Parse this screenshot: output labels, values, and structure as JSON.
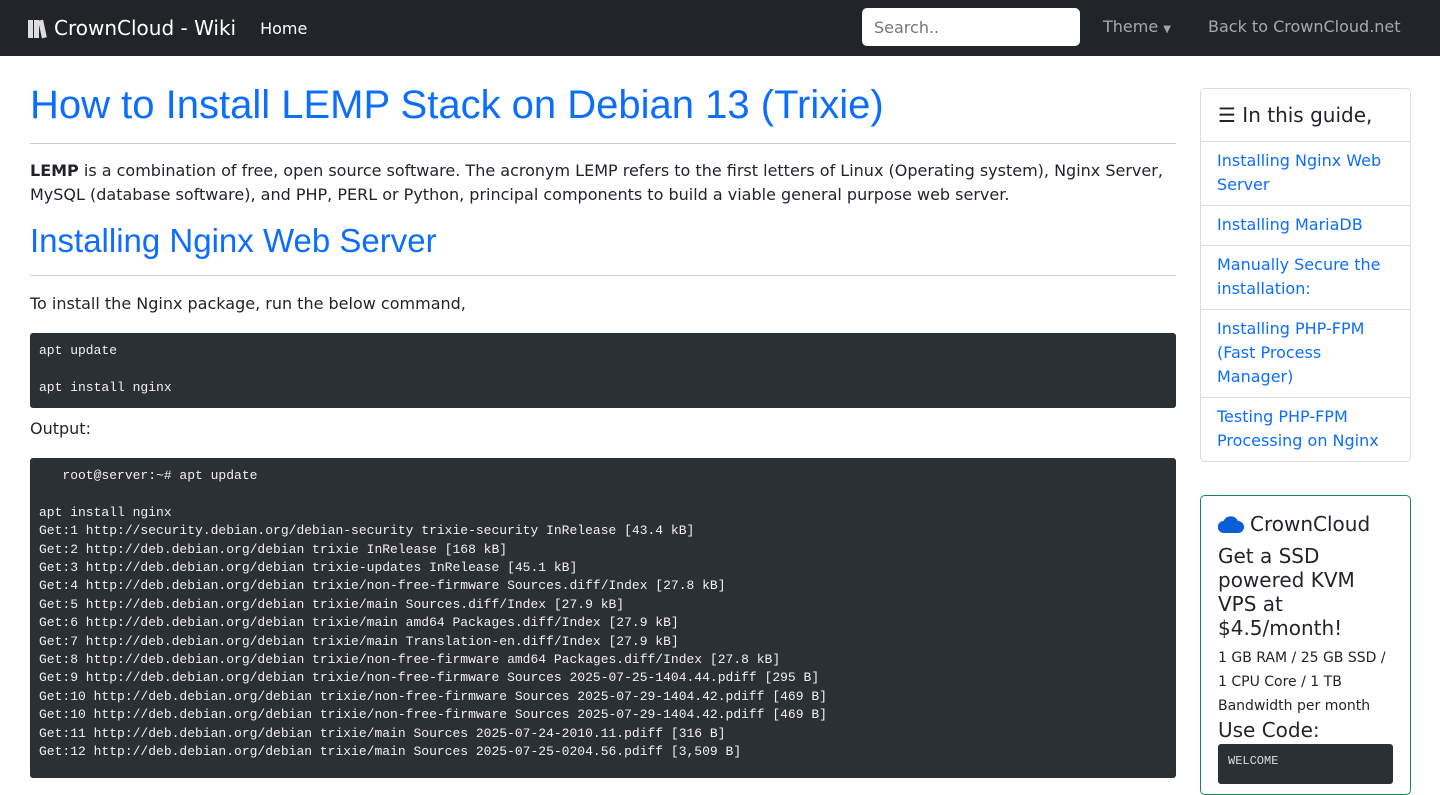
{
  "navbar": {
    "brand": "CrownCloud - Wiki",
    "home": "Home",
    "search_placeholder": "Search..",
    "theme": "Theme",
    "back": "Back to CrownCloud.net"
  },
  "article": {
    "title": "How to Install LEMP Stack on Debian 13 (Trixie)",
    "intro_bold": "LEMP",
    "intro_rest": " is a combination of free, open source software. The acronym LEMP refers to the first letters of Linux (Operating system), Nginx Server, MySQL (database software), and PHP, PERL or Python, principal components to build a viable general purpose web server.",
    "section1_title": "Installing Nginx Web Server",
    "section1_text": "To install the Nginx package, run the below command,",
    "command": "apt update\n\napt install nginx",
    "output_label": "Output:",
    "output": "   root@server:~# apt update\n\napt install nginx\nGet:1 http://security.debian.org/debian-security trixie-security InRelease [43.4 kB]\nGet:2 http://deb.debian.org/debian trixie InRelease [168 kB]\nGet:3 http://deb.debian.org/debian trixie-updates InRelease [45.1 kB]\nGet:4 http://deb.debian.org/debian trixie/non-free-firmware Sources.diff/Index [27.8 kB]\nGet:5 http://deb.debian.org/debian trixie/main Sources.diff/Index [27.9 kB]\nGet:6 http://deb.debian.org/debian trixie/main amd64 Packages.diff/Index [27.9 kB]\nGet:7 http://deb.debian.org/debian trixie/main Translation-en.diff/Index [27.9 kB]\nGet:8 http://deb.debian.org/debian trixie/non-free-firmware amd64 Packages.diff/Index [27.8 kB]\nGet:9 http://deb.debian.org/debian trixie/non-free-firmware Sources 2025-07-25-1404.44.pdiff [295 B]\nGet:10 http://deb.debian.org/debian trixie/non-free-firmware Sources 2025-07-29-1404.42.pdiff [469 B]\nGet:10 http://deb.debian.org/debian trixie/non-free-firmware Sources 2025-07-29-1404.42.pdiff [469 B]\nGet:11 http://deb.debian.org/debian trixie/main Sources 2025-07-24-2010.11.pdiff [316 B]\nGet:12 http://deb.debian.org/debian trixie/main Sources 2025-07-25-0204.56.pdiff [3,509 B]"
  },
  "toc": {
    "title": "In this guide,",
    "items": [
      "Installing Nginx Web Server",
      "Installing MariaDB",
      "Manually Secure the installation:",
      "Installing PHP-FPM (Fast Process Manager)",
      "Testing PHP-FPM Processing on Nginx"
    ]
  },
  "ad": {
    "brand": "CrownCloud",
    "title": "Get a SSD powered KVM VPS at $4.5/month!",
    "spec": "1 GB RAM / 25 GB SSD / 1 CPU Core / 1 TB Bandwidth per month",
    "code_label": "Use Code:",
    "code": "WELCOME"
  },
  "colors": {
    "link": "#0d6efd",
    "navbar": "#212529",
    "code_bg": "#2b3035",
    "ad_border": "#198754",
    "cloud": "#0b5ed7"
  }
}
